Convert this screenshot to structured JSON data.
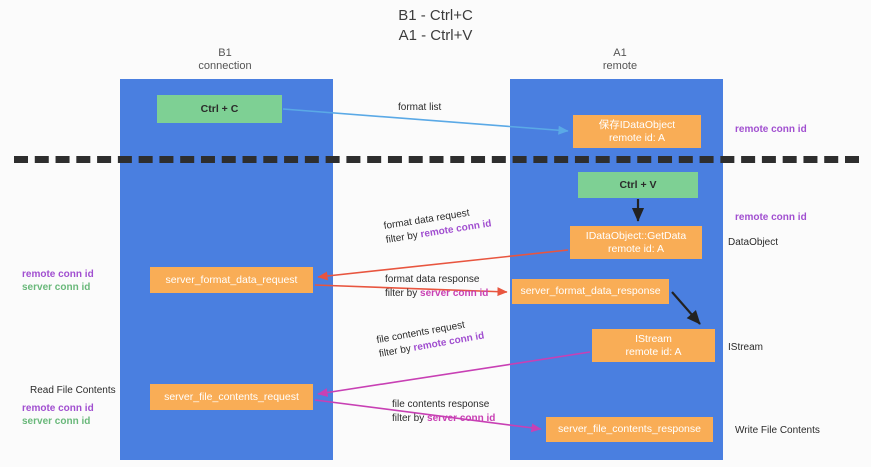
{
  "title": {
    "line1": "B1 - Ctrl+C",
    "line2": "A1 - Ctrl+V"
  },
  "columns": {
    "left": {
      "name": "B1",
      "role": "connection"
    },
    "right": {
      "name": "A1",
      "role": "remote"
    }
  },
  "nodes": {
    "ctrl_c": {
      "line1": "Ctrl + C"
    },
    "data_object": {
      "line1": "保存IDataObject",
      "line2": "remote id: A"
    },
    "ctrl_v": {
      "line1": "Ctrl + V"
    },
    "get_data": {
      "line1": "IDataObject::GetData",
      "line2": "remote id: A"
    },
    "server_fd_request": {
      "line1": "server_format_data_request"
    },
    "server_fd_response": {
      "line1": "server_format_data_response"
    },
    "istream": {
      "line1": "IStream",
      "line2": "remote id: A"
    },
    "server_fc_request": {
      "line1": "server_file_contents_request"
    },
    "server_fc_response": {
      "line1": "server_file_contents_response"
    }
  },
  "captions": {
    "format_list": {
      "line1": "format list"
    },
    "format_data_req": {
      "line1": "format data request",
      "filter_prefix": "filter by ",
      "filter_key": "remote conn id"
    },
    "format_data_resp": {
      "line1": "format data response",
      "filter_prefix": "filter by ",
      "filter_key": "server conn id"
    },
    "file_contents_req": {
      "line1": "file contents request",
      "filter_prefix": "filter by ",
      "filter_key": "remote conn id"
    },
    "file_contents_resp": {
      "line1": "file contents response",
      "filter_prefix": "filter by ",
      "filter_key": "server conn id"
    }
  },
  "annotations": {
    "right_1": {
      "remote": "remote conn id"
    },
    "right_2": {
      "remote": "remote conn id"
    },
    "right_3": {
      "plain": "DataObject"
    },
    "right_4": {
      "plain": "IStream"
    },
    "right_5": {
      "plain": "Write File Contents"
    },
    "left_1": {
      "remote": "remote conn id",
      "server": "server conn id"
    },
    "left_2": {
      "plain": "Read File Contents"
    },
    "left_3": {
      "remote": "remote conn id",
      "server": "server conn id"
    }
  },
  "colors": {
    "lane": "#4a7fe0",
    "node_green": "#7ed094",
    "node_orange": "#f9ad56",
    "accent_remote": "#a14fd0",
    "accent_server": "#69b87a",
    "arrow_blue": "#5aa9e6",
    "arrow_red": "#e8553f",
    "arrow_magenta": "#c840b4",
    "arrow_dark": "#222222",
    "divider": "#2e2e2e"
  }
}
